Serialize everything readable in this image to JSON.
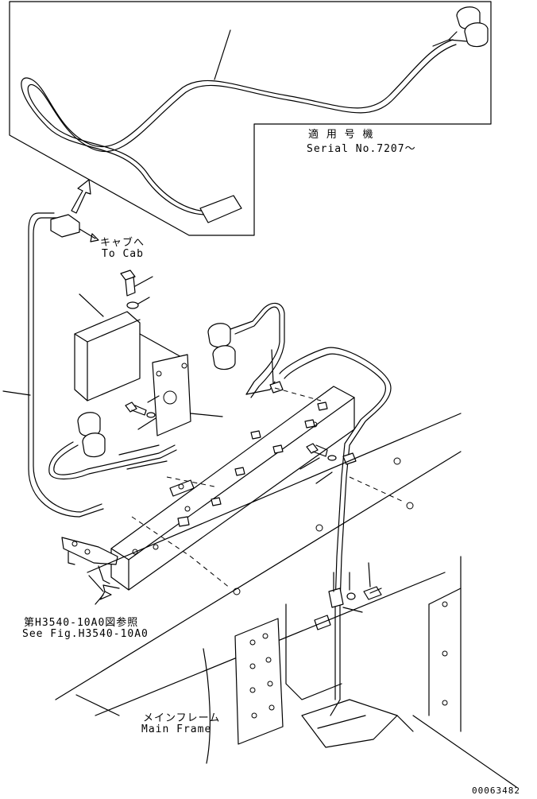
{
  "inset": {
    "serial_jp": "適 用 号 機",
    "serial_en": "Serial No.7207～"
  },
  "labels": {
    "to_cab_jp": "キャブへ",
    "to_cab_en": "To Cab",
    "see_fig_jp": "第H3540-10A0図参照",
    "see_fig_en": "See Fig.H3540-10A0",
    "main_frame_jp": "メインフレーム",
    "main_frame_en": "Main Frame"
  },
  "footer": {
    "code": "00063482"
  }
}
